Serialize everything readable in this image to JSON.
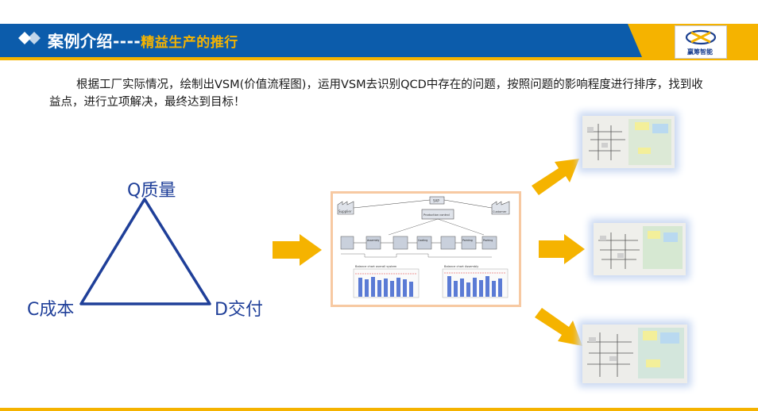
{
  "header": {
    "title": "案例介绍----",
    "subtitle": "精益生产的推行",
    "logo_text": "赢筹智能"
  },
  "description": "根据工厂实际情况，绘制出VSM(价值流程图)，运用VSM去识别QCD中存在的问题，按照问题的影响程度进行排序，找到收益点，进行立项解决，最终达到目标！",
  "triangle": {
    "top_label": "Q质量",
    "left_label": "C成本",
    "right_label": "D交付"
  },
  "vsm": {
    "labels": [
      "Supplier",
      "SAP",
      "Customer",
      "Production control",
      "Assembly",
      "Coating",
      "Painting",
      "Packing"
    ],
    "chart_titles": [
      "Balance chart overall system",
      "Balance chart Assembly"
    ]
  },
  "colors": {
    "header_blue": "#0c5cab",
    "accent_yellow": "#f5b300",
    "triangle_blue": "#1f3f99",
    "arrow_yellow": "#f5b300"
  },
  "icons": [
    "diamond-bullet-icon",
    "company-logo-icon",
    "arrow-right-icon"
  ]
}
